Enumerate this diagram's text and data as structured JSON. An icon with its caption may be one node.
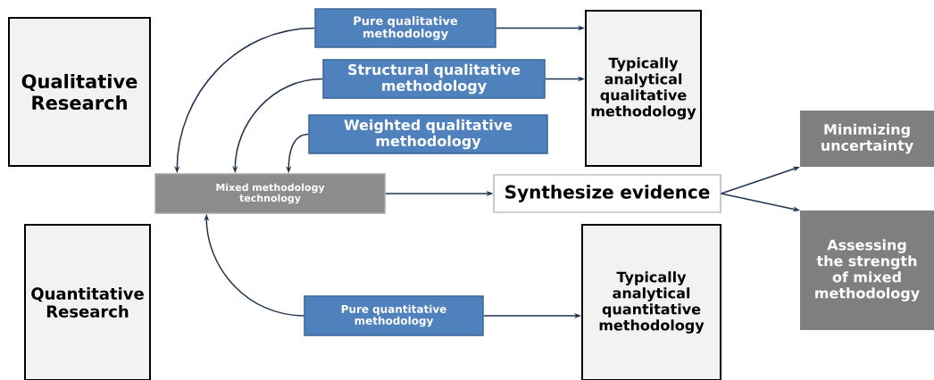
{
  "diagram": {
    "nodes": [
      {
        "text": [
          "Qualitative Research"
        ]
      },
      {
        "text": [
          "Quantitative Research"
        ]
      },
      {
        "text": [
          "Pure qualitative methodology"
        ]
      },
      {
        "text": [
          "Structural qualitative methodology"
        ]
      },
      {
        "text": [
          "Weighted qualitative methodology"
        ]
      },
      {
        "text": [
          "Typically analytical qualitative methodology"
        ]
      },
      {
        "text": [
          "Mixed methodology technology"
        ]
      },
      {
        "text": [
          "Synthesize evidence"
        ]
      },
      {
        "text": [
          "Minimizing uncertainty"
        ]
      },
      {
        "text": [
          "Assessing the strength of mixed methodology"
        ]
      },
      {
        "text": [
          "Pure quantitative methodology"
        ]
      },
      {
        "text": [
          "Typically analytical quantitative methodology"
        ]
      }
    ],
    "edges": [
      {
        "from": 2,
        "to": 6,
        "arrow": "to"
      },
      {
        "from": 3,
        "to": 6,
        "arrow": "to"
      },
      {
        "from": 4,
        "to": 6,
        "arrow": "to"
      },
      {
        "from": 10,
        "to": 6,
        "arrow": "to"
      },
      {
        "from": 2,
        "to": 5,
        "arrow": "to"
      },
      {
        "from": 3,
        "to": 5,
        "arrow": "to"
      },
      {
        "from": 6,
        "to": 7,
        "arrow": "to"
      },
      {
        "from": 7,
        "to": 8,
        "arrow": "to"
      },
      {
        "from": 7,
        "to": 9,
        "arrow": "to"
      },
      {
        "from": 10,
        "to": 11,
        "arrow": "to"
      }
    ]
  }
}
